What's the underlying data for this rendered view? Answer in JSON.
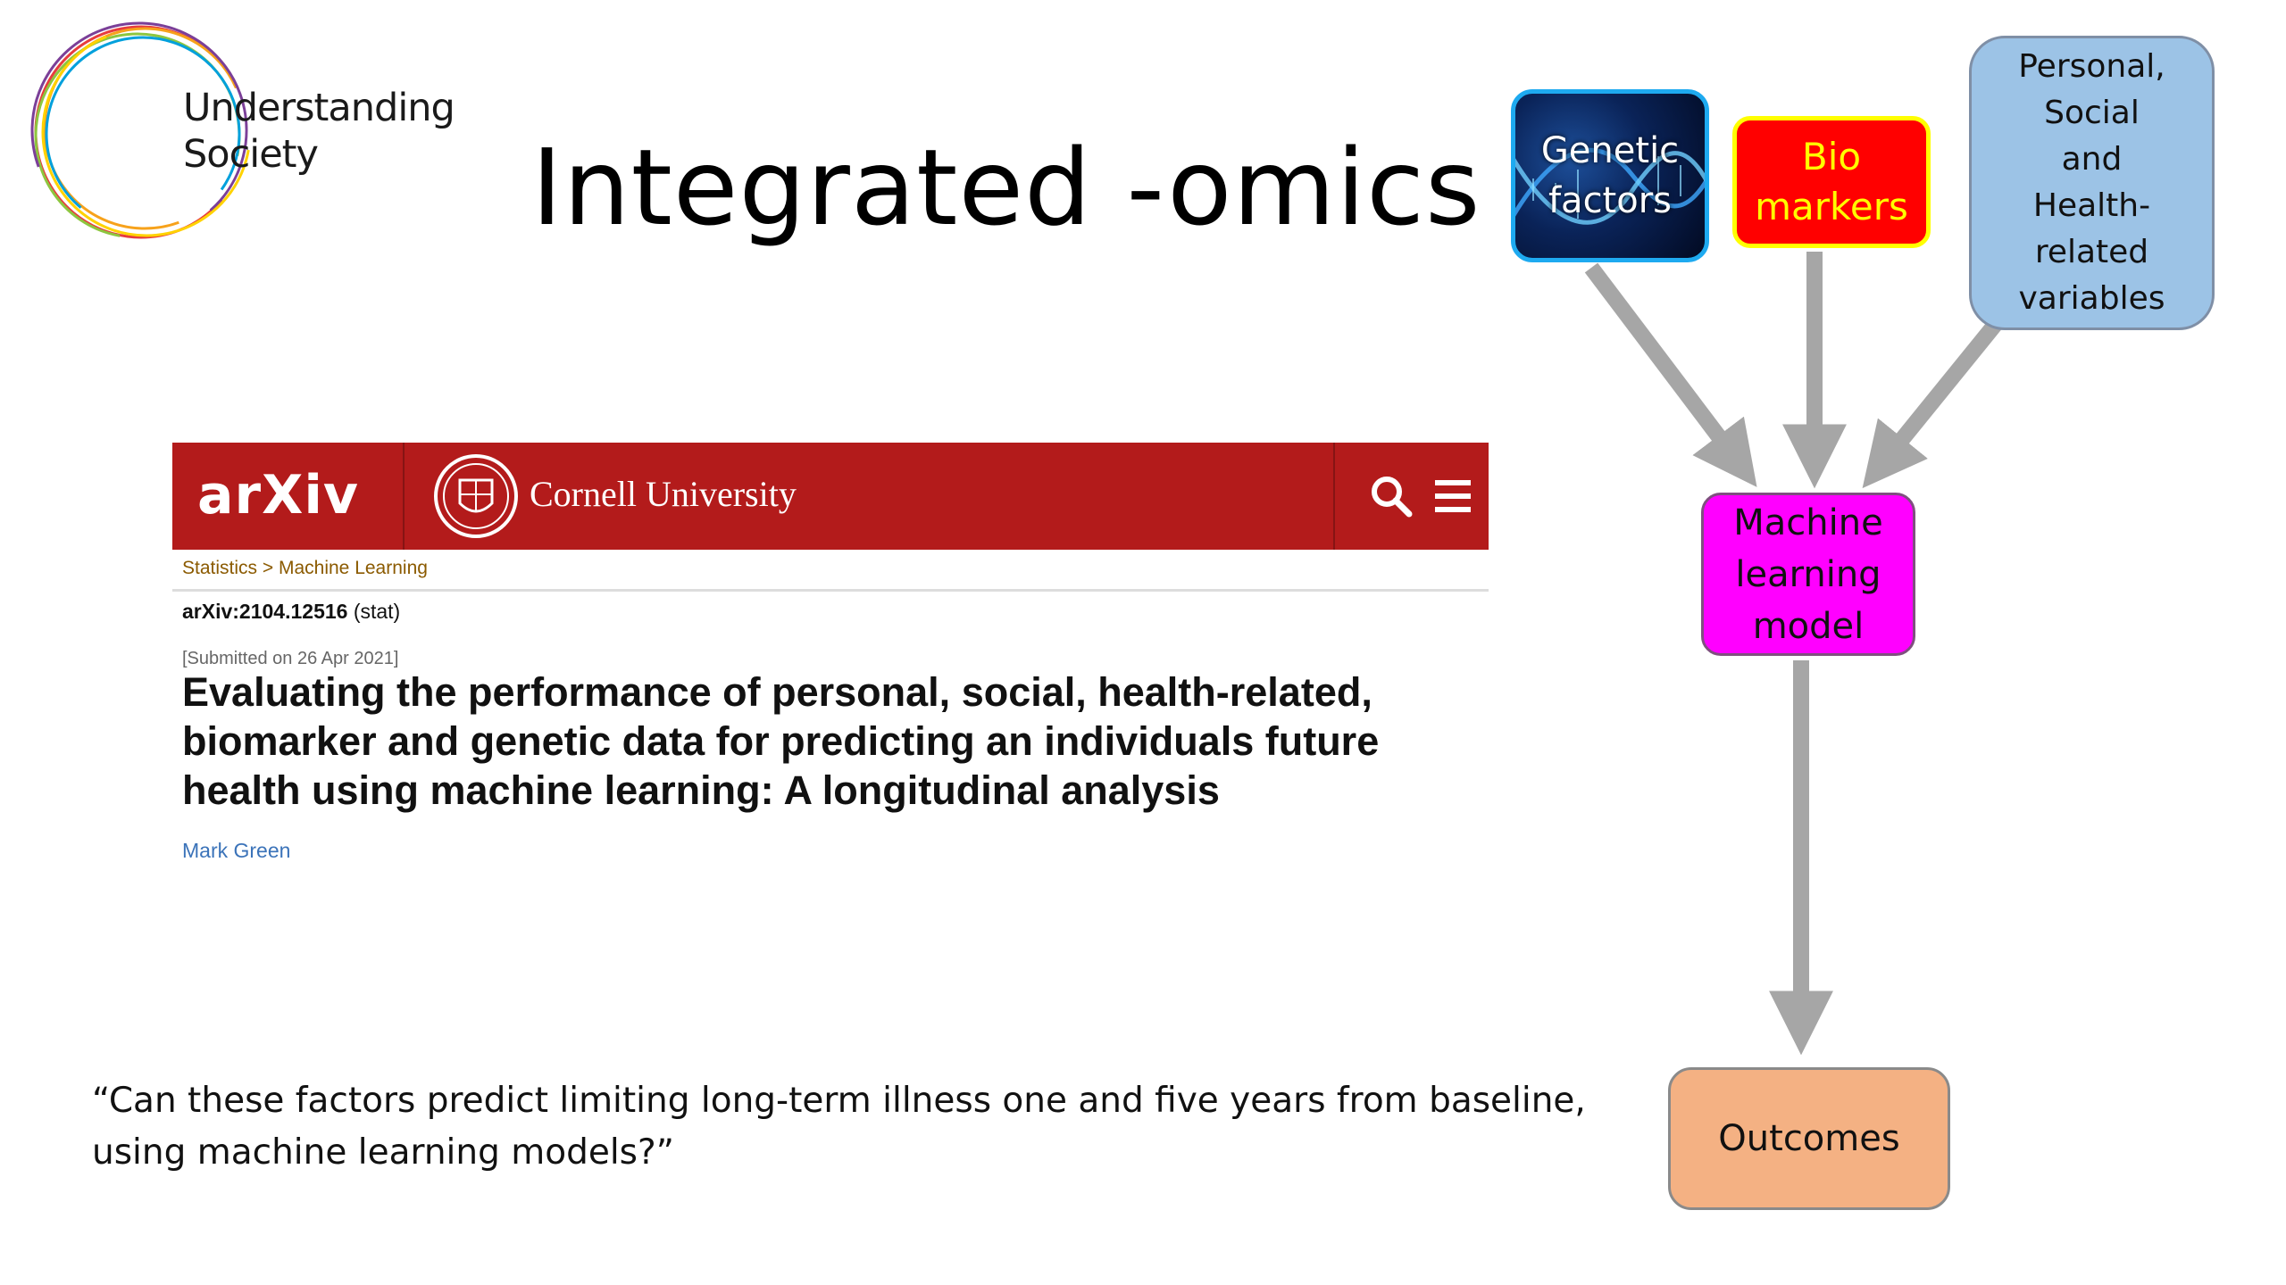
{
  "logo": {
    "line1": "Understanding",
    "line2": "Society",
    "ring_colors": [
      "#e73c3e",
      "#f7a21b",
      "#8dc63f",
      "#00a0dc",
      "#7b3f98",
      "#ffd200"
    ]
  },
  "title": "Integrated -omics",
  "arxiv": {
    "logo": "arXiv",
    "institution": "Cornell University",
    "breadcrumb": {
      "section": "Statistics",
      "separator": ">",
      "subsection": "Machine Learning"
    },
    "id": "arXiv:2104.12516",
    "category": "(stat)",
    "submitted": "[Submitted on 26 Apr 2021]",
    "paper_title": "Evaluating the performance of personal, social, health-related, biomarker and genetic data for predicting an individuals future health using machine learning: A longitudinal analysis",
    "author": "Mark Green",
    "icons": [
      "search-icon",
      "menu-icon"
    ]
  },
  "question": "“Can these factors predict limiting long-term illness one and five years from baseline, using machine learning models?”",
  "diagram": {
    "genetic": {
      "line1": "Genetic",
      "line2": "factors"
    },
    "bio": {
      "line1": "Bio",
      "line2": "markers"
    },
    "psh": {
      "line1": "Personal,",
      "line2": "Social",
      "line3": "and",
      "line4": "Health-",
      "line5": "related",
      "line6": "variables"
    },
    "ml": {
      "line1": "Machine",
      "line2": "learning",
      "line3": "model"
    },
    "outcomes": "Outcomes",
    "colors": {
      "arrow": "#a6a6a6",
      "bio_fill": "#ff0000",
      "bio_text": "#ffff00",
      "ml_fill": "#ff00ff",
      "outcomes_fill": "#f4b183",
      "psh_fill": "#9cc3e6",
      "genetic_border": "#1eaaf0"
    }
  }
}
